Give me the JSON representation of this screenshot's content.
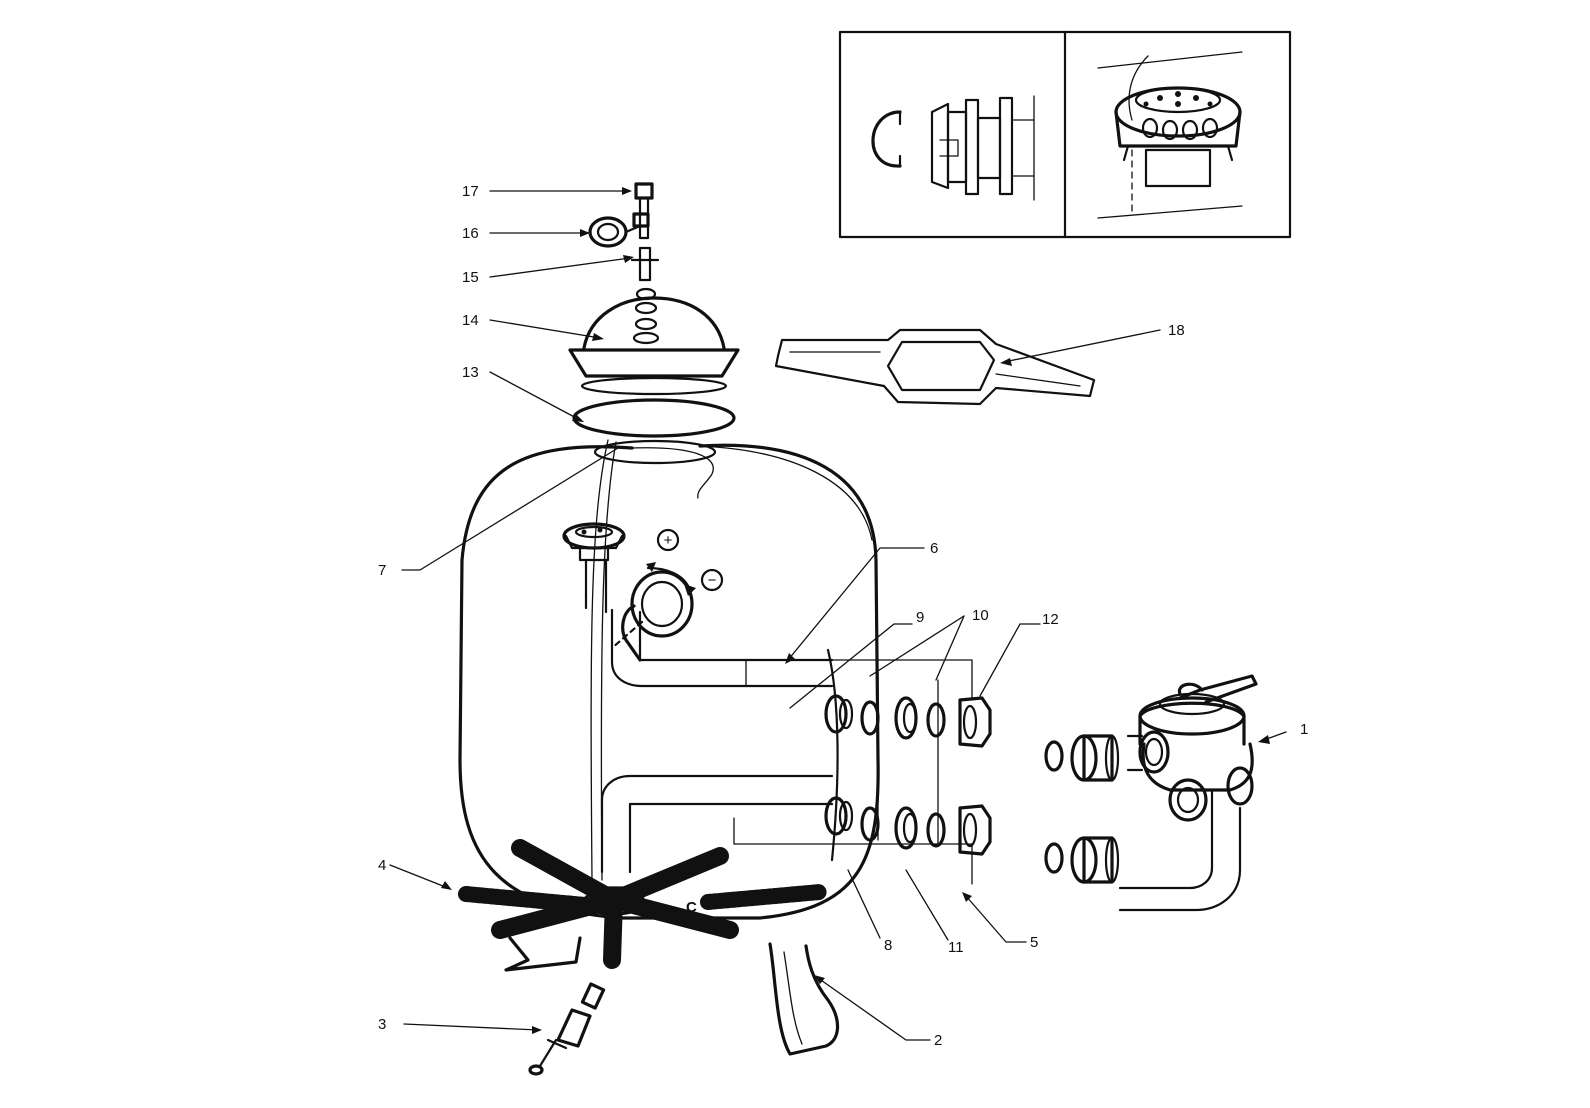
{
  "diagram": {
    "callouts": [
      {
        "id": "1",
        "label": "1"
      },
      {
        "id": "2",
        "label": "2"
      },
      {
        "id": "3",
        "label": "3"
      },
      {
        "id": "4",
        "label": "4"
      },
      {
        "id": "5",
        "label": "5"
      },
      {
        "id": "6",
        "label": "6"
      },
      {
        "id": "7",
        "label": "7"
      },
      {
        "id": "8",
        "label": "8"
      },
      {
        "id": "9",
        "label": "9"
      },
      {
        "id": "10",
        "label": "10"
      },
      {
        "id": "11",
        "label": "11"
      },
      {
        "id": "12",
        "label": "12"
      },
      {
        "id": "13",
        "label": "13"
      },
      {
        "id": "14",
        "label": "14"
      },
      {
        "id": "15",
        "label": "15"
      },
      {
        "id": "16",
        "label": "16"
      },
      {
        "id": "17",
        "label": "17"
      },
      {
        "id": "18",
        "label": "18"
      }
    ],
    "symbols": {
      "plus": "+",
      "minus": "−",
      "clip_letter": "C"
    },
    "colors": {
      "ink": "#111111",
      "paper": "#ffffff"
    }
  }
}
